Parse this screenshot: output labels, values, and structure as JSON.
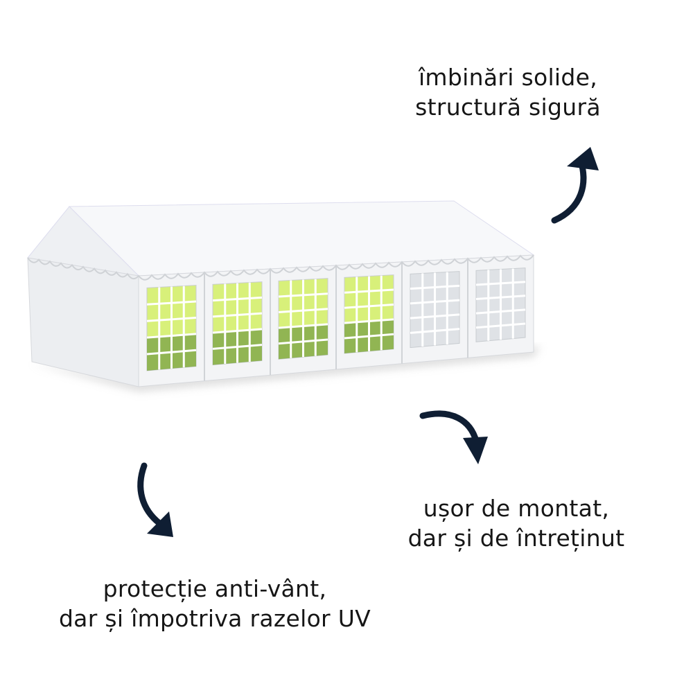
{
  "captions": {
    "top_right": {
      "line1": "îmbinări solide,",
      "line2": "structură sigură"
    },
    "middle_right": {
      "line1": "ușor de montat,",
      "line2": "dar și de întreținut"
    },
    "bottom_left": {
      "line1": "protecție anti-vânt,",
      "line2": "dar și împotriva razelor UV"
    }
  },
  "colors": {
    "arrow": "#0f1e33",
    "text": "#161616",
    "tent": "#f4f5f7",
    "window_glow": "#d8f07a",
    "grass": "#7fa64a"
  }
}
